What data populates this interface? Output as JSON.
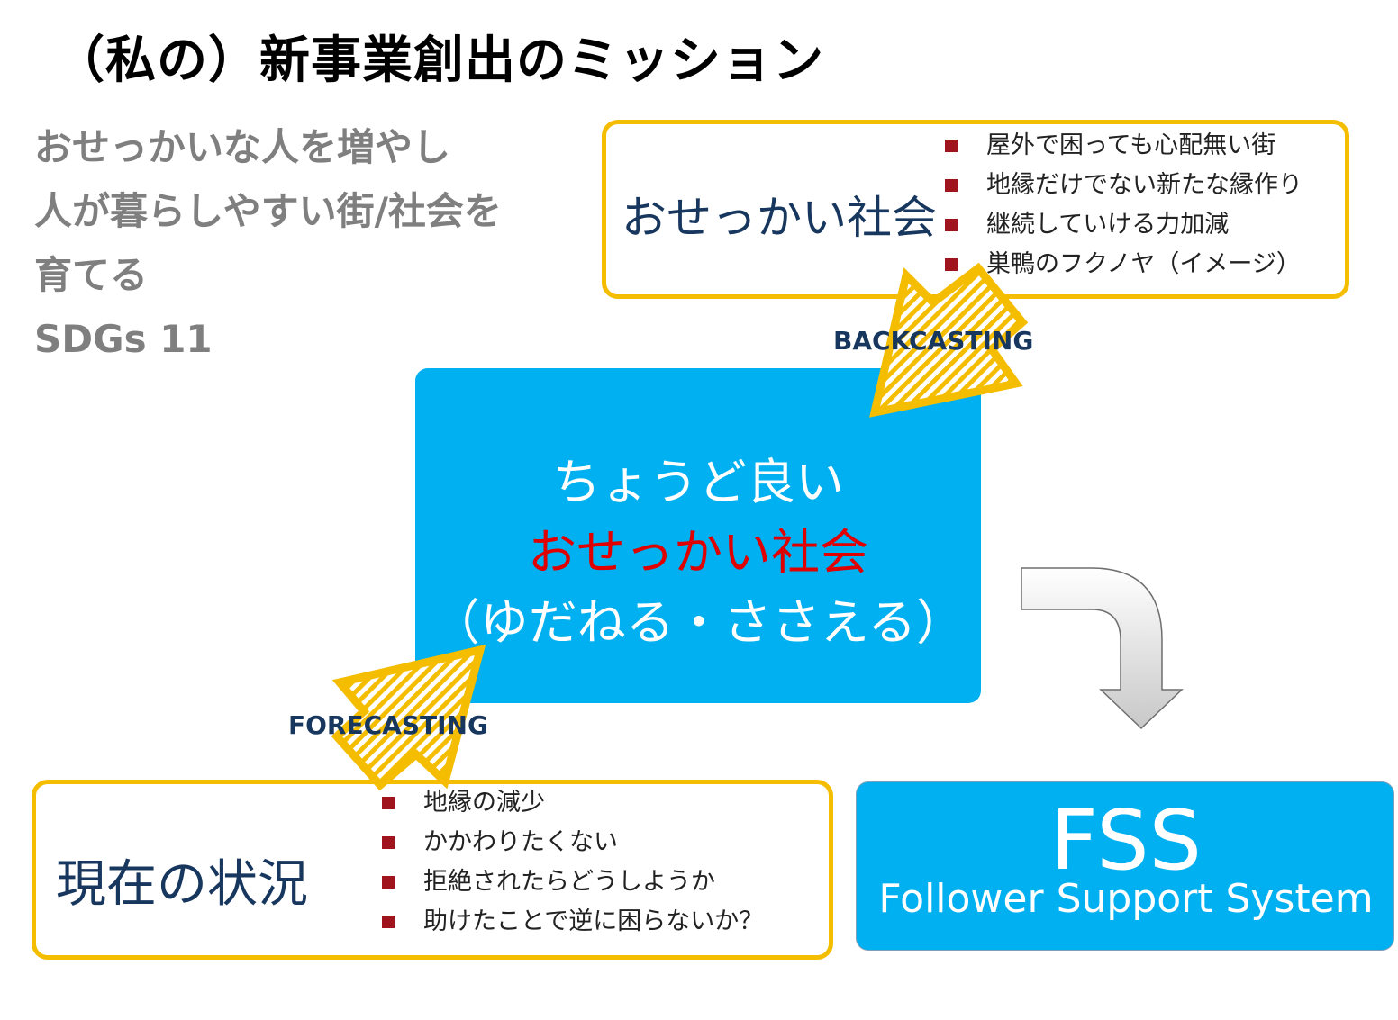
{
  "title": "（私の）新事業創出のミッション",
  "mission": {
    "lines": [
      "おせっかいな人を増やし",
      "人が暮らしやすい街/社会を",
      "育てる",
      "SDGs 11"
    ]
  },
  "future_box": {
    "heading": "おせっかい社会",
    "bullets": [
      "屋外で困っても心配無い街",
      "地縁だけでない新たな縁作り",
      "継続していける力加減",
      "巣鴨のフクノヤ（イメージ）"
    ]
  },
  "center_box": {
    "line1": "ちょうど良い",
    "line2": "おせっかい社会",
    "line3": "（ゆだねる・ささえる）"
  },
  "current_box": {
    "heading": "現在の状況",
    "bullets": [
      "地縁の減少",
      "かかわりたくない",
      "拒絶されたらどうしようか",
      "助けたことで逆に困らないか？"
    ]
  },
  "fss_box": {
    "title": "FSS",
    "subtitle": "Follower Support System"
  },
  "arrows": {
    "backcasting_label": "BACKCASTING",
    "forecasting_label": "FORECASTING"
  },
  "colors": {
    "accent_yellow": "#f5bd00",
    "box_blue": "#00b0f0",
    "heading_navy": "#17375e",
    "highlight_red": "#e00000",
    "bullet_red": "#a0141e",
    "mission_gray": "#7f7f7f"
  }
}
